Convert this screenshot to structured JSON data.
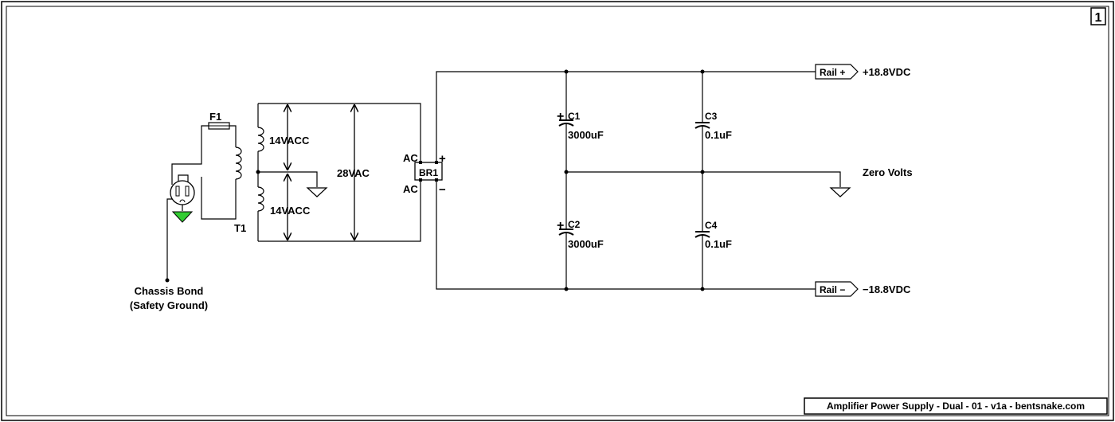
{
  "sheet": {
    "number": "1",
    "title_block": "Amplifier Power Supply - Dual - 01 - v1a - bentsnake.com"
  },
  "fuse": {
    "ref": "F1"
  },
  "transformer": {
    "ref": "T1",
    "upper_label": "14VACC",
    "lower_label": "14VACC",
    "total_label": "28VAC"
  },
  "rectifier": {
    "ref": "BR1",
    "pin_ac_top": "AC",
    "pin_ac_bottom": "AC",
    "pin_plus": "+",
    "pin_minus": "−"
  },
  "capacitors": [
    {
      "ref": "C1",
      "value": "3000uF"
    },
    {
      "ref": "C2",
      "value": "3000uF"
    },
    {
      "ref": "C3",
      "value": "0.1uF"
    },
    {
      "ref": "C4",
      "value": "0.1uF"
    }
  ],
  "cap_polarity": "+",
  "rails": {
    "positive": {
      "tag": "Rail +",
      "voltage": "+18.8VDC"
    },
    "negative": {
      "tag": "Rail −",
      "voltage": "−18.8VDC"
    }
  },
  "ground_label": "Zero Volts",
  "chassis": {
    "line1": "Chassis Bond",
    "line2": "(Safety Ground)"
  },
  "colors": {
    "wire": "#000000",
    "earth_ground": "#33cc33",
    "background": "#ffffff"
  }
}
